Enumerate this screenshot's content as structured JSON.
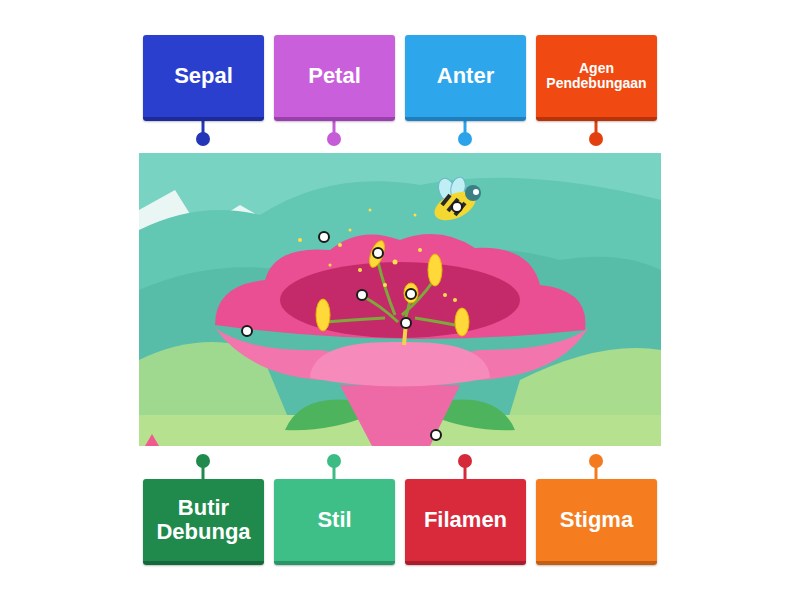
{
  "diagram": {
    "nodes": [
      {
        "text": [
          "Sepal"
        ]
      },
      {
        "text": [
          "Petal"
        ]
      },
      {
        "text": [
          "Anter"
        ]
      },
      {
        "text": [
          "Agen Pendebungaan"
        ]
      },
      {
        "text": [
          "Butir Debunga"
        ]
      },
      {
        "text": [
          "Stil"
        ]
      },
      {
        "text": [
          "Filamen"
        ]
      },
      {
        "text": [
          "Stigma"
        ]
      }
    ]
  }
}
